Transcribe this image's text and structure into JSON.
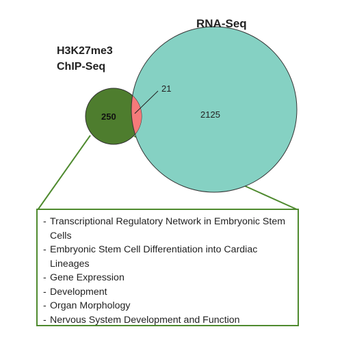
{
  "chipseq": {
    "label_line1": "H3K27me3",
    "label_line2": "ChIP-Seq",
    "count": "250",
    "fill_color": "#4e7d2e"
  },
  "rnaseq": {
    "label": "RNA-Seq",
    "count": "2125",
    "fill_color": "#85d1c3"
  },
  "overlap": {
    "count": "21",
    "fill_color": "#f57a7a"
  },
  "box_border_color": "#4e8a2e",
  "terms": [
    "Transcriptional Regulatory Network in Embryonic Stem Cells",
    "Embryonic Stem Cell Differentiation into Cardiac Lineages",
    "Gene Expression",
    "Development",
    "Organ Morphology",
    "Nervous System Development and Function"
  ]
}
